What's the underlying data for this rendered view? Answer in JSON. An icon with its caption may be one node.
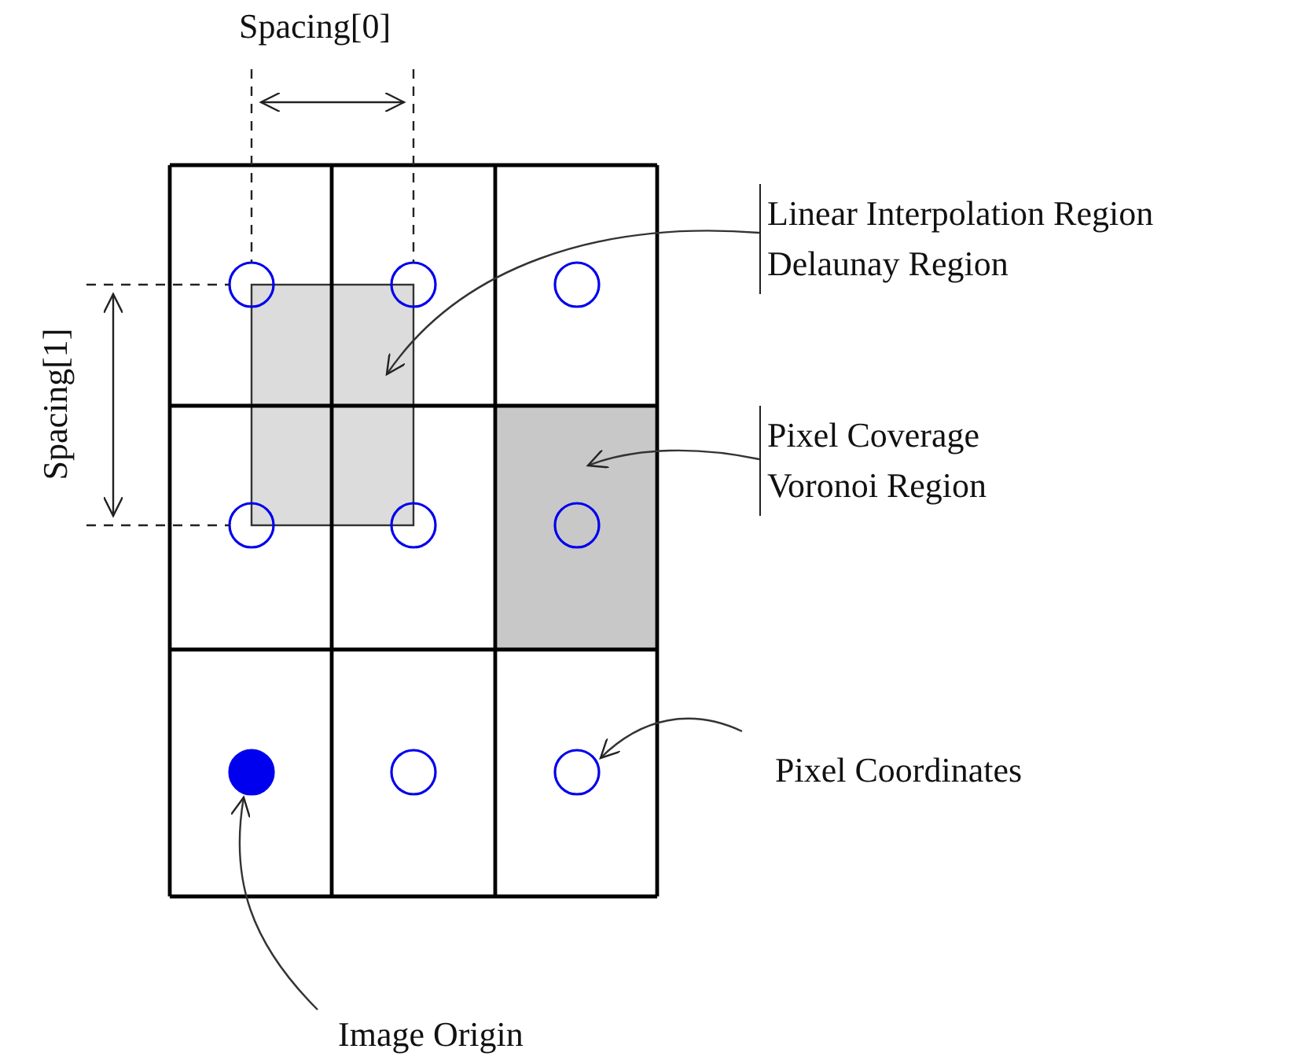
{
  "diagram": {
    "nodes": [
      {
        "text": [
          "Linear Interpolation Region",
          "Delaunay Region"
        ]
      },
      {
        "text": [],
        "shape": "box"
      },
      {
        "text": [
          "Pixel Coverage",
          "Voronoi Region"
        ]
      },
      {
        "text": [],
        "shape": "box"
      },
      {
        "text": [
          "Pixel Coordinates"
        ]
      },
      {
        "text": [],
        "shape": "circle"
      },
      {
        "text": [
          "Image Origin"
        ]
      },
      {
        "text": [],
        "shape": "circle"
      }
    ],
    "edges": [
      {
        "from": 0,
        "to": 1,
        "arrow": "to"
      },
      {
        "from": 2,
        "to": 3,
        "arrow": "to"
      },
      {
        "from": 4,
        "to": 7,
        "arrow": "to"
      },
      {
        "from": 6,
        "to": 5,
        "arrow": "to"
      }
    ],
    "labels": [
      "Spacing[0]",
      "Spacing[1]"
    ]
  }
}
